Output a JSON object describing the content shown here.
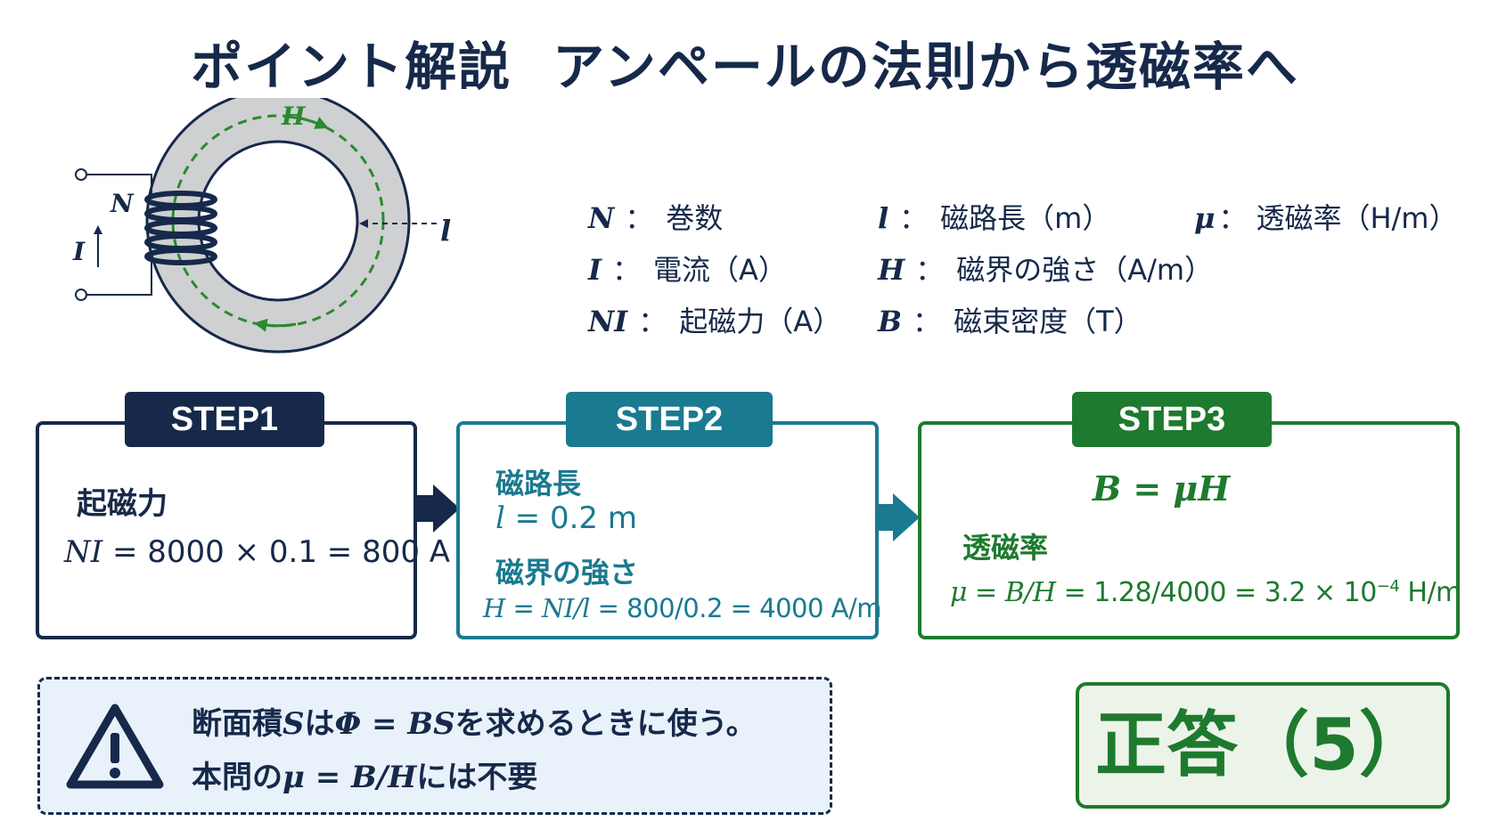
{
  "title_left": "ポイント解説",
  "title_right": "アンペールの法則から透磁率へ",
  "diagram": {
    "h_label": "H",
    "n_label": "N",
    "i_label": "I",
    "l_label": "l",
    "colors": {
      "core": "#cfd0d1",
      "field": "#2a8a2f",
      "wire": "#16294a"
    }
  },
  "legend": [
    {
      "sym": "N",
      "desc": "巻数"
    },
    {
      "sym": "I",
      "desc": "電流（A）"
    },
    {
      "sym": "NI",
      "desc": "起磁力（A）"
    },
    {
      "sym": "l",
      "desc": "磁路長（m）"
    },
    {
      "sym": "H",
      "desc": "磁界の強さ（A/m）"
    },
    {
      "sym": "B",
      "desc": "磁束密度（T）"
    },
    {
      "sym": "μ",
      "desc": "透磁率（H/m）"
    }
  ],
  "legend_colon": "：",
  "steps": [
    {
      "label": "STEP1",
      "color": "#16294a",
      "heading": "起磁力",
      "formula_sym": "NI",
      "formula_rest": " = 8000 × 0.1 = 800 A"
    },
    {
      "label": "STEP2",
      "color": "#1a7a90",
      "heading1": "磁路長",
      "line1_sym": "l",
      "line1_rest": " = 0.2 m",
      "heading2": "磁界の強さ",
      "line2_a": "H",
      "line2_b": " = ",
      "line2_c": "NI/l",
      "line2_d": " = 800/0.2 = 4000 A/m"
    },
    {
      "label": "STEP3",
      "color": "#1e7a2e",
      "formula_top": "B = μH",
      "heading": "透磁率",
      "line_sym": "μ = B/H",
      "line_rest": " = 1.28/4000 = 3.2 × 10",
      "line_exp": "−4",
      "line_unit": " H/m"
    }
  ],
  "note": {
    "line1_a": "断面積",
    "line1_sym": "S",
    "line1_b": "は",
    "line1_formula": "Φ = BS",
    "line1_c": "を求めるときに使う。",
    "line2_a": "本問の",
    "line2_formula": "μ = B/H",
    "line2_b": "には不要"
  },
  "answer": "正答（5）"
}
